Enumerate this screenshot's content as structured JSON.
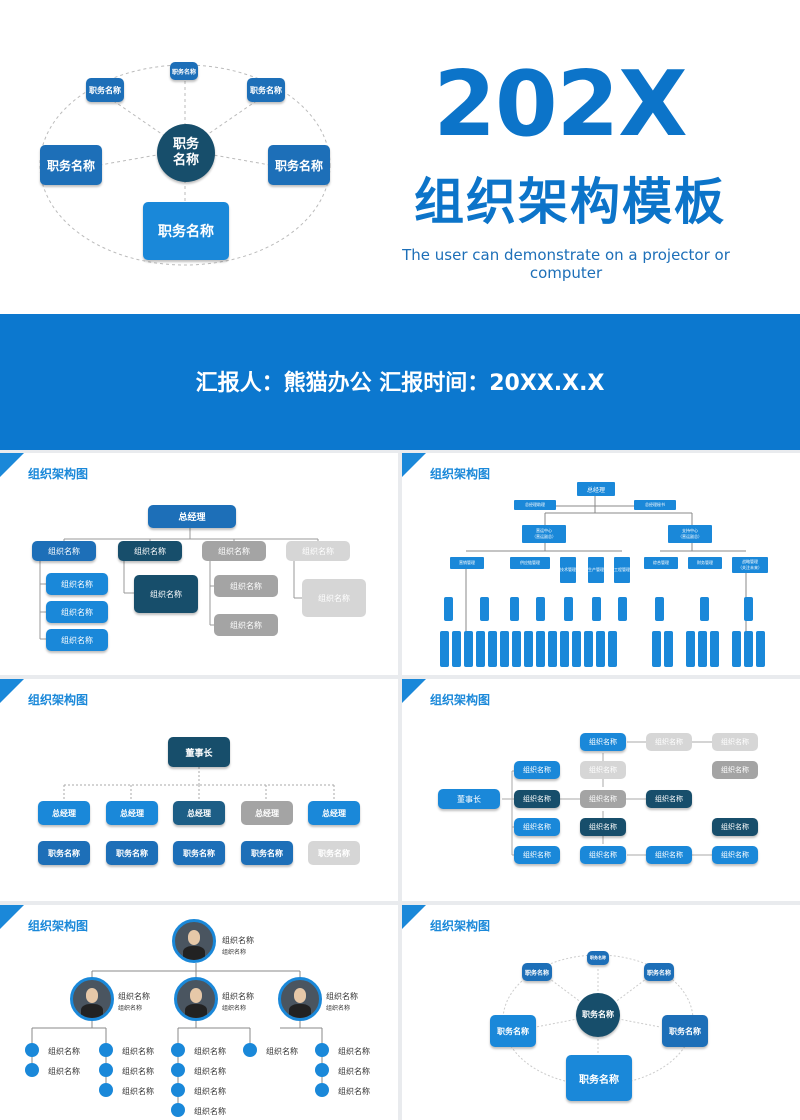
{
  "hero": {
    "title_year": "202X",
    "title_main": "组织架构模板",
    "subtitle_en": "The user can demonstrate on a projector or computer",
    "reporter_line": "汇报人：熊猫办公  汇报时间：20XX.X.X",
    "center_node": "职务名称",
    "nodes": [
      "职务名称",
      "职务名称",
      "职务名称",
      "职务名称",
      "职务名称",
      "职务名称"
    ]
  },
  "slides": {
    "s1": {
      "title": "组织架构图",
      "top": "总经理",
      "level2": [
        "组织名称",
        "组织名称",
        "组织名称",
        "组织名称"
      ],
      "col1": [
        "组织名称",
        "组织名称",
        "组织名称"
      ],
      "col2": [
        "组织名称"
      ],
      "col3": [
        "组织名称",
        "组织名称"
      ],
      "col4": [
        "组织名称"
      ]
    },
    "s2": {
      "title": "组织架构图",
      "top": "总经理",
      "assistants": [
        "总经理助理",
        "总经理秘书"
      ],
      "centers": [
        "营运中心",
        "支持中心"
      ],
      "center_notes": [
        "（营运副总）",
        "（营运副总）"
      ],
      "depts": [
        "营销管理",
        "供应链管理",
        "技术管理",
        "生产管理",
        "工程管理",
        "综合管理",
        "财务管理",
        "战略管理"
      ],
      "dept_notes": [
        "（关注未来）"
      ]
    },
    "s3": {
      "title": "组织架构图",
      "top": "董事长",
      "level2": [
        "总经理",
        "总经理",
        "总经理",
        "总经理",
        "总经理"
      ],
      "level3": [
        "职务名称",
        "职务名称",
        "职务名称",
        "职务名称",
        "职务名称"
      ]
    },
    "s4": {
      "title": "组织架构图",
      "root": "董事长",
      "nodes": [
        "组织名称",
        "组织名称",
        "组织名称",
        "组织名称",
        "组织名称",
        "组织名称",
        "组织名称",
        "组织名称",
        "组织名称",
        "组织名称",
        "组织名称",
        "组织名称",
        "组织名称",
        "组织名称",
        "组织名称"
      ]
    },
    "s5": {
      "title": "组织架构图",
      "top_name": "组织名称",
      "top_sub": "组织名称",
      "mid": [
        {
          "name": "组织名称",
          "sub": "组织名称"
        },
        {
          "name": "组织名称",
          "sub": "组织名称"
        },
        {
          "name": "组织名称",
          "sub": "组织名称"
        }
      ],
      "leaf_label": "组织名称"
    },
    "s6": {
      "title": "组织架构图",
      "center": "职务名称",
      "nodes": [
        "职务名称",
        "职务名称",
        "职务名称",
        "职务名称",
        "职务名称",
        "职务名称"
      ]
    }
  },
  "colors": {
    "primary": "#1a88d9",
    "dark_blue": "#1d6fb8",
    "navy": "#174e6b",
    "grey": "#a4a4a4",
    "light_grey": "#d6d6d6",
    "band": "#0c78cf"
  }
}
